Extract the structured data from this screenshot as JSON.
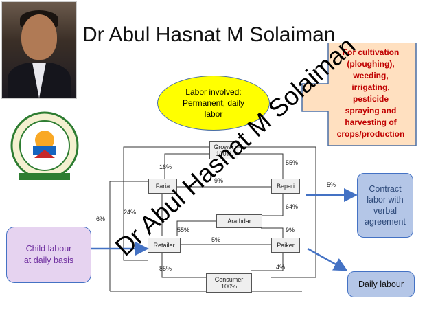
{
  "title": "Dr Abul Hasnat M Solaiman",
  "watermark": "Dr Abul Hasnat M Solaiman",
  "cultivation_callout": {
    "lines": [
      "For cultivation",
      "(ploughing),",
      "weeding,",
      "irrigating,",
      "pesticide",
      "spraying and",
      "harvesting of",
      "crops/production"
    ]
  },
  "labor_ellipse": {
    "lines": [
      "Labor involved:",
      "Permanent, daily",
      "labor"
    ]
  },
  "contract_box": {
    "lines": [
      "Contract",
      "labor with",
      "verbal",
      "agreement"
    ]
  },
  "daily_box": {
    "text": "Daily labour"
  },
  "child_box": {
    "lines": [
      "Child labour",
      "at daily basis"
    ]
  },
  "flow": {
    "nodes": {
      "grower": "Grower",
      "faria": "Faria",
      "bepari": "Bepari",
      "arathdar": "Arathdar",
      "retailer": "Retailer",
      "paiker": "Paiker",
      "consumer": "Consumer",
      "consumer_pct": "100%",
      "grower_pct": "100%"
    },
    "percentages": {
      "grower_faria": "16%",
      "grower_bepari": "55%",
      "faria_bepari": "9%",
      "outside_left": "6%",
      "faria_retailer": "24%",
      "bepari_out": "5%",
      "bepari_arathdar": "64%",
      "arathdar_retailer": "55%",
      "arathdar_paiker": "9%",
      "paiker_retailer": "5%",
      "retailer_consumer": "85%",
      "paiker_consumer": "4%"
    }
  },
  "colors": {
    "callout_fill": "#ffe0c0",
    "callout_text": "#c00000",
    "ellipse_fill": "#ffff00",
    "blue_box": "#b4c6e7",
    "child_box": "#e6d3f0",
    "arrow_blue": "#4472c4"
  }
}
